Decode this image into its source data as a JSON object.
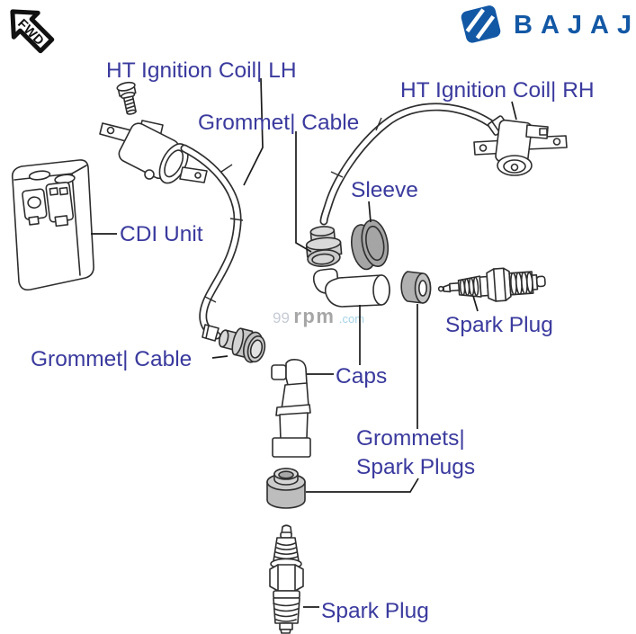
{
  "header": {
    "direction_badge": "FWD",
    "brand": "BAJAJ"
  },
  "watermark": {
    "part1": "99",
    "part2": "rpm",
    "part3": ".com"
  },
  "labels": {
    "ht_ignition_coil_lh": "HT Ignition Coil| LH",
    "grommet_cable_top": "Grommet| Cable",
    "ht_ignition_coil_rh": "HT Ignition Coil| RH",
    "sleeve": "Sleeve",
    "cdi_unit": "CDI Unit",
    "grommet_cable_left": "Grommet| Cable",
    "spark_plug_right": "Spark Plug",
    "caps": "Caps",
    "grommets_spark_plugs_line1": "Grommets|",
    "grommets_spark_plugs_line2": "Spark Plugs",
    "spark_plug_bottom": "Spark Plug"
  },
  "colors": {
    "label_text": "#3A3A9E",
    "brand_blue": "#1358A5",
    "line_art": "#2E2E2E",
    "part_gray_light": "#D6D6D6",
    "part_gray_mid": "#C0C0C0",
    "sleeve_gray": "#A5A5A5",
    "watermark_99": "#C6CBD6",
    "watermark_rpm": "#A6A6A6",
    "watermark_com": "#A5D3E8"
  }
}
